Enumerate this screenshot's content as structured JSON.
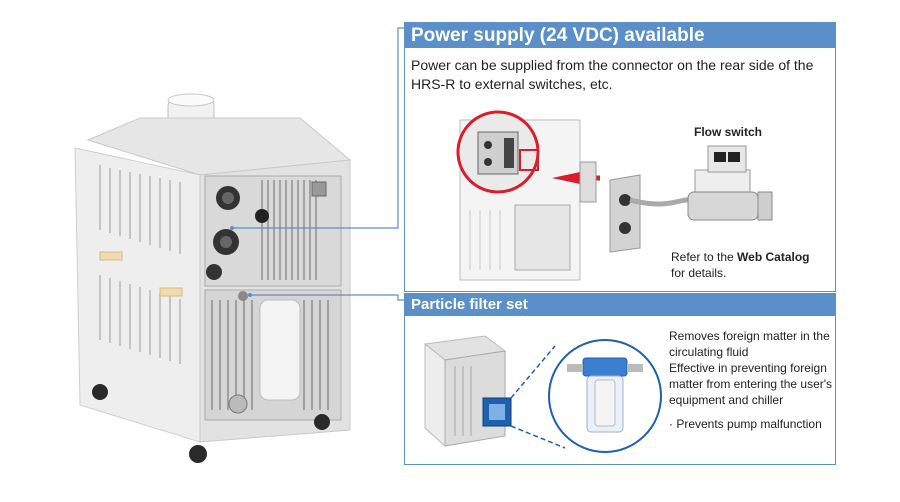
{
  "power_panel": {
    "title": "Power supply (24 VDC) available",
    "description_line1": "Power can be supplied from the connector on the rear side of the",
    "description_line2": "HRS-R to external switches, etc.",
    "flow_switch_label": "Flow switch",
    "refer_prefix": "Refer to the ",
    "refer_bold": "Web Catalog",
    "refer_suffix": "for details."
  },
  "filter_panel": {
    "title": "Particle filter set",
    "line1": "Removes foreign matter in the",
    "line2": "circulating fluid",
    "line3": "Effective in preventing foreign",
    "line4": "matter from entering the user's",
    "line5": "equipment and chiller",
    "bullet": "· Prevents pump malfunction"
  },
  "colors": {
    "header_blue": "#5a8fc9",
    "border_blue": "#5b8fc8",
    "accent_red": "#d81e2a"
  }
}
